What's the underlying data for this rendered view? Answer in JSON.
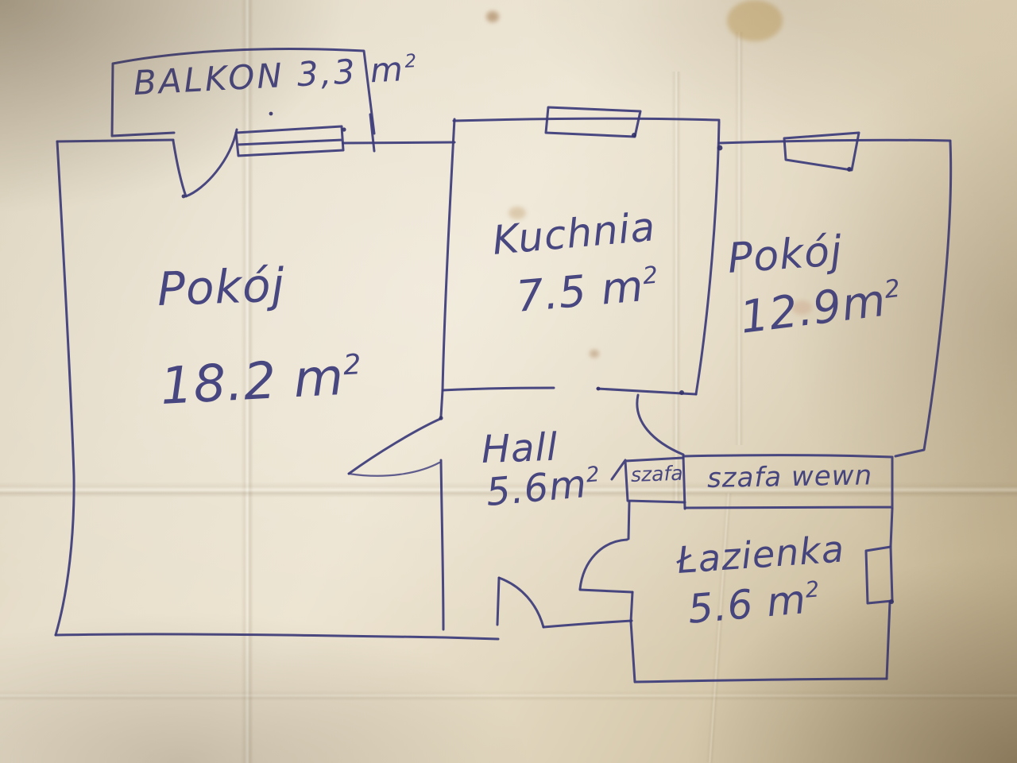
{
  "document_type": "hand-drawn apartment floor plan sketch",
  "ink_color": "#3c3b7a",
  "paper_color": "#e6dcc6",
  "rooms": {
    "balkon": {
      "label": "BALKON 3,3 m",
      "sup": "2"
    },
    "pokoj_left": {
      "label": "Pokój",
      "area": "18.2 m",
      "sup": "2"
    },
    "kuchnia": {
      "label": "Kuchnia",
      "area": "7.5 m",
      "sup": "2"
    },
    "pokoj_right": {
      "label": "Pokój",
      "area": "12.9m",
      "sup": "2"
    },
    "hall": {
      "label": "Hall",
      "area": "5.6m",
      "sup": "2"
    },
    "szafa": {
      "label": "szafa"
    },
    "szafa_wewn": {
      "label": "szafa wewn"
    },
    "lazienka": {
      "label": "Łazienka",
      "area": "5.6 m",
      "sup": "2"
    }
  }
}
